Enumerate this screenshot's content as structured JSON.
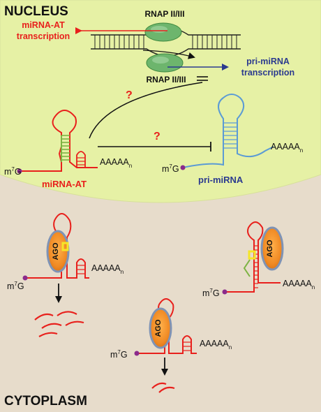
{
  "labels": {
    "nucleus": "NUCLEUS",
    "cytoplasm": "CYTOPLASM",
    "rnap_top": "RNAP II/III",
    "rnap_bottom": "RNAP II/III",
    "mirna_at_transcription_line1": "miRNA-AT",
    "mirna_at_transcription_line2": "transcription",
    "pri_mirna_transcription_line1": "pri-miRNA",
    "pri_mirna_transcription_line2": "transcription",
    "question_1": "?",
    "question_2": "?",
    "mirna_at": "miRNA-AT",
    "pri_mirna": "pri-miRNA",
    "m7g_base": "m",
    "m7g_sup": "7",
    "m7g_g": "G",
    "polyA_base": "AAAAA",
    "polyA_sub": "n",
    "ago": "AGO"
  },
  "colors": {
    "nucleus_fill": "#e6f1a5",
    "cytoplasm_fill": "#e7dccb",
    "red": "#e8201c",
    "blue": "#2b3a8f",
    "stem_green": "#7cb342",
    "loop_blue": "#5b9bd5",
    "rnap_green": "#6db56d",
    "ago_orange": "#f08a24",
    "ago_rim": "#7f93b5",
    "cap_purple": "#8b2a8b",
    "pin_yellow": "#f5e628"
  },
  "icons": [
    "rnap-enzyme-icon",
    "ago-protein-icon",
    "m7g-cap-icon",
    "degraded-rna-fragments-icon"
  ]
}
